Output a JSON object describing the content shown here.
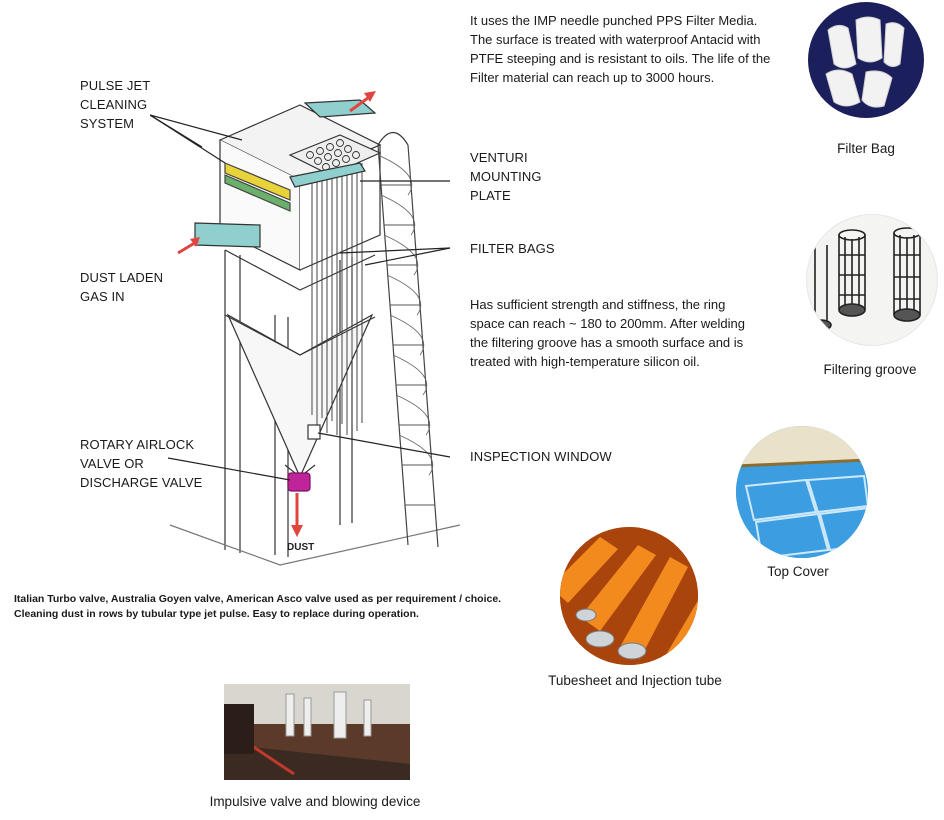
{
  "description": {
    "media": "It uses the IMP needle punched PPS Filter Media. The surface is treated with waterproof Antacid with PTFE steeping and is resistant to oils. The life of the Filter material can reach up to 3000 hours.",
    "groove": "Has sufficient strength and stiffness, the ring space can reach ~ 180 to 200mm. After welding the filtering groove has a smooth surface and is treated with high-temperature silicon oil."
  },
  "labels": {
    "pulse_jet": [
      "PULSE JET",
      "CLEANING",
      "SYSTEM"
    ],
    "dust_laden": [
      "DUST LADEN",
      "GAS IN"
    ],
    "rotary": [
      "ROTARY AIRLOCK",
      "VALVE OR",
      "DISCHARGE VALVE"
    ],
    "venturi": [
      "VENTURI",
      "MOUNTING",
      "PLATE"
    ],
    "filter_bags": "FILTER BAGS",
    "inspection": "INSPECTION WINDOW",
    "dust": "DUST"
  },
  "valve_note": [
    "Italian Turbo valve, Australia Goyen valve, American Asco valve used as per requirement / choice.",
    "Cleaning dust in rows by tubular type jet pulse. Easy to replace during operation."
  ],
  "captions": {
    "filter_bag": "Filter Bag",
    "filtering_groove": "Filtering groove",
    "top_cover": "Top Cover",
    "tubesheet": "Tubesheet and Injection tube",
    "impulsive": "Impulsive valve and blowing device"
  },
  "colors": {
    "arrow": "#e0463f",
    "accent_teal": "#8fd0cf",
    "valve_magenta": "#c0249a",
    "orange_tube": "#f28a1e",
    "pool_blue": "#2e8fd6"
  }
}
